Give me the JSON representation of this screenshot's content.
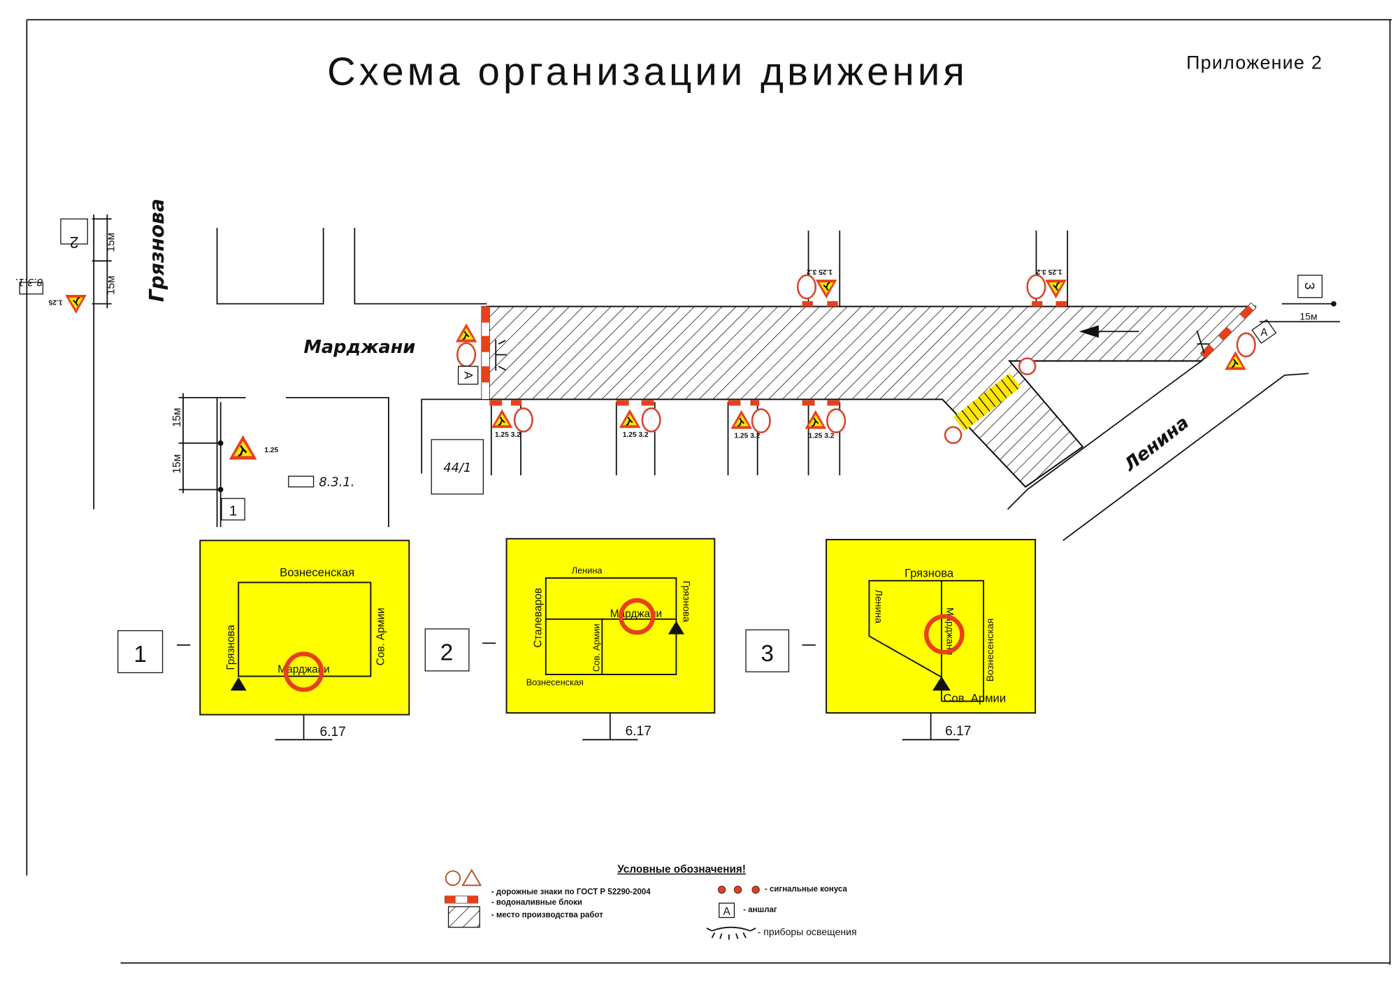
{
  "title": "Схема организации движения",
  "appendix": "Приложение 2",
  "streets": {
    "gryaznova": "Грязнова",
    "mardzhani": "Марджани",
    "lenina": "Ленина"
  },
  "building_number": "44/1",
  "dimension_label": "15м",
  "sign_labels": {
    "road_works": "1.25",
    "pair": "1.25 3.2",
    "direction_plate": "8.3.1."
  },
  "anchor_marker": "A",
  "location_markers": [
    "1",
    "2",
    "3"
  ],
  "detour_signs": [
    {
      "number": "1",
      "code": "6.17",
      "streets": {
        "top": "Вознесенская",
        "left": "Грязнова",
        "right": "Сов. Армии",
        "bottom": "Марджани"
      }
    },
    {
      "number": "2",
      "code": "6.17",
      "streets": {
        "top": "Ленина",
        "left": "Сталеваров",
        "middle": "Марджани",
        "inner": "Сов. Армии",
        "right": "Грязнова",
        "bottom": "Вознесенская"
      }
    },
    {
      "number": "3",
      "code": "6.17",
      "streets": {
        "top": "Грязнова",
        "left": "Ленина",
        "middle": "Марджани",
        "right": "Вознесенская",
        "bottom": "Сов. Армии"
      }
    }
  ],
  "legend": {
    "title": "Условные обозначения!",
    "road_signs": "- дорожные знаки по ГОСТ Р 52290-2004",
    "water_blocks": "- водоналивные блоки",
    "work_area": "- место производства работ",
    "cones": "- сигнальные конуса",
    "anchor": "- аншлаг",
    "anchor_symbol": "A",
    "lights": "- приборы освещения"
  },
  "colors": {
    "sign_red": "#e8401c",
    "detour_yellow": "#ffff00"
  }
}
